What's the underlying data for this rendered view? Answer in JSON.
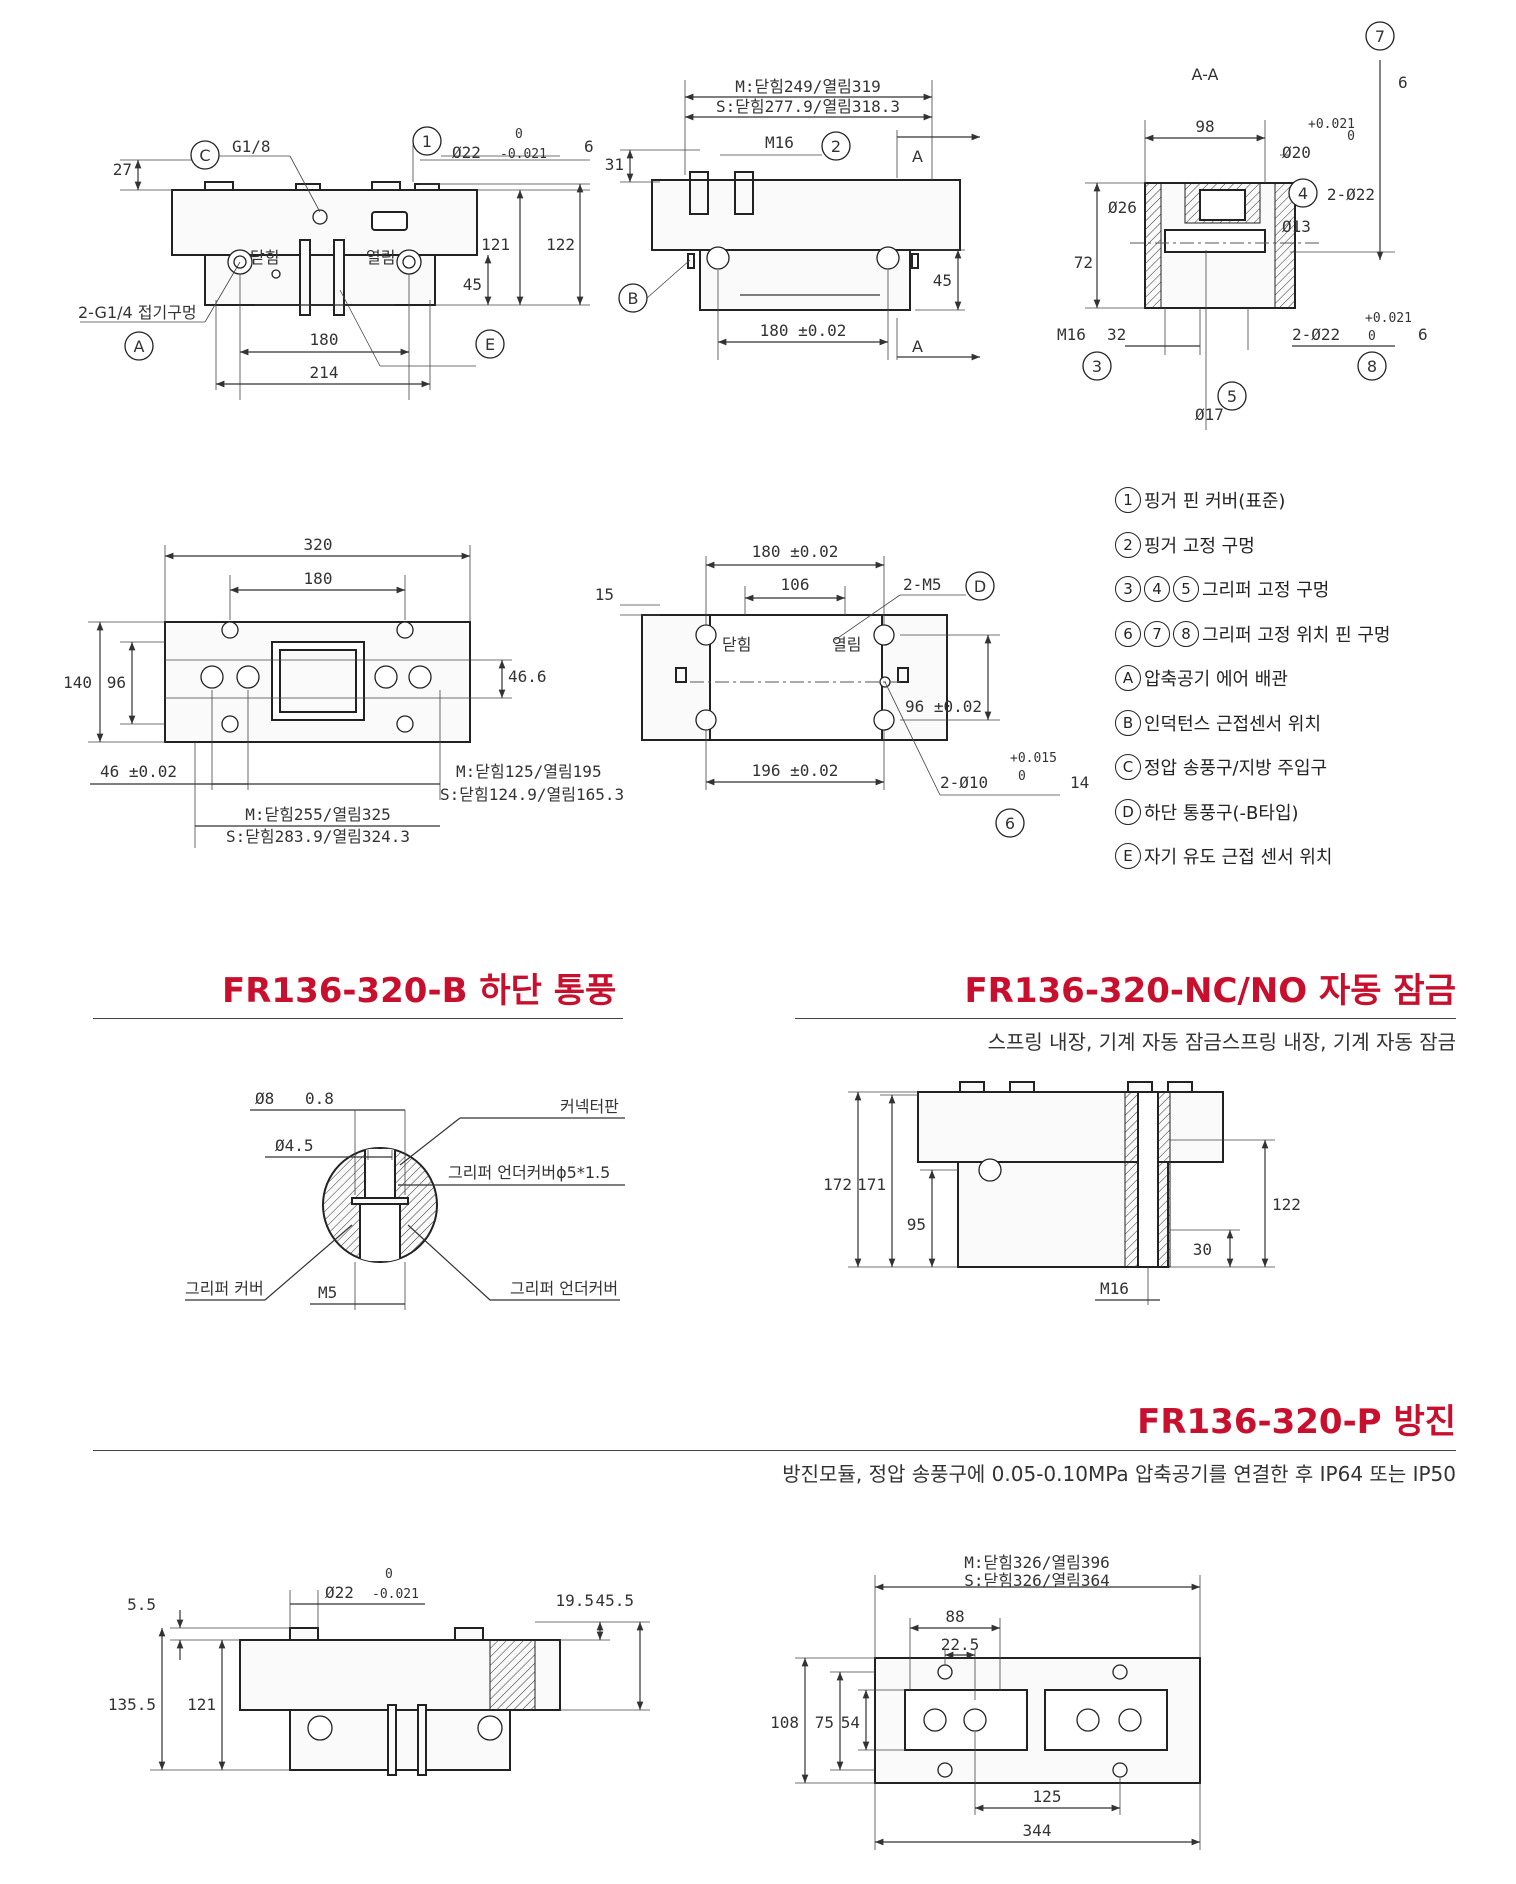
{
  "legend": [
    {
      "badges": [
        "1"
      ],
      "text": "핑거 핀 커버(표준)"
    },
    {
      "badges": [
        "2"
      ],
      "text": "핑거 고정 구멍"
    },
    {
      "badges": [
        "3",
        "4",
        "5"
      ],
      "text": "그리퍼 고정 구멍"
    },
    {
      "badges": [
        "6",
        "7",
        "8"
      ],
      "text": "그리퍼 고정 위치 핀 구멍"
    },
    {
      "badges": [
        "A"
      ],
      "text": "압축공기 에어 배관"
    },
    {
      "badges": [
        "B"
      ],
      "text": "인덕턴스 근접센서 위치"
    },
    {
      "badges": [
        "C"
      ],
      "text": "정압 송풍구/지방 주입구"
    },
    {
      "badges": [
        "D"
      ],
      "text": "하단 통풍구(-B타입)"
    },
    {
      "badges": [
        "E"
      ],
      "text": "자기 유도 근접 센서 위치"
    }
  ],
  "sections": {
    "b": {
      "title": "FR136-320-B 하단 통풍"
    },
    "nc": {
      "title": "FR136-320-NC/NO 자동 잠금",
      "subtitle": "스프링 내장, 기계 자동 잠금스프링 내장, 기계 자동 잠금"
    },
    "p": {
      "title": "FR136-320-P 방진",
      "subtitle": "방진모듈, 정압 송풍구에 0.05-0.10MPa 압축공기를 연결한 후 IP64 또는 IP50"
    }
  },
  "view1": {
    "c_label": "C",
    "g18": "G1/8",
    "one": "1",
    "d22": "Ø22",
    "tol_top": "0",
    "tol_bot": "-0.021",
    "d27": "27",
    "d6": "6",
    "d121": "121",
    "d122": "122",
    "d45": "45",
    "close": "닫힘",
    "open": "열림",
    "g14": "2-G1/4 접기구멍",
    "a": "A",
    "e": "E",
    "d180": "180",
    "d214": "214"
  },
  "view2": {
    "m": "M:닫힘249/열림319",
    "s": "S:닫힘277.9/열림318.3",
    "m16": "M16",
    "two": "2",
    "d31": "31",
    "d45": "45",
    "b": "B",
    "d180": "180 ±0.02",
    "a1": "A",
    "a2": "A"
  },
  "view3": {
    "aa": "A-A",
    "seven": "7",
    "d98": "98",
    "d20": "Ø20",
    "d26": "Ø26",
    "four": "4",
    "d13": "Ø13",
    "d72": "72",
    "m16": "M16",
    "d32": "32",
    "three": "3",
    "d22": "2-Ø22",
    "tolp": "+0.021",
    "tol0": "0",
    "d6": "6",
    "eight": "8",
    "d17": "Ø17",
    "five": "5",
    "v22": "2-Ø22",
    "vtol": "+0.021",
    "v0": "0",
    "v6": "6"
  },
  "view4": {
    "d320": "320",
    "d180": "180",
    "d140": "140",
    "d96": "96",
    "d466": "46.6",
    "d46": "46 ±0.02",
    "m": "M:닫힘125/열림195",
    "s": "S:닫힘124.9/열림165.3",
    "m2": "M:닫힘255/열림325",
    "s2": "S:닫힘283.9/열림324.3"
  },
  "view5": {
    "d180": "180 ±0.02",
    "d106": "106",
    "m5": "2-M5",
    "d": "D",
    "d15": "15",
    "close": "닫힘",
    "open": "열림",
    "d96": "96 ±0.02",
    "d196": "196 ±0.02",
    "d10": "2-Ø10",
    "tolp": "+0.015",
    "tol0": "0",
    "d14": "14",
    "six": "6"
  },
  "detail": {
    "d8": "Ø8",
    "d08": "0.8",
    "conn": "커넥터판",
    "d45": "Ø4.5",
    "under": "그리퍼 언더커버ϕ5*1.5",
    "cover": "그리퍼 커버",
    "m5": "M5",
    "under2": "그리퍼 언더커버"
  },
  "nc": {
    "d172": "172",
    "d171": "171",
    "d95": "95",
    "d122": "122",
    "d30": "30",
    "m16": "M16"
  },
  "p1": {
    "d55": "5.5",
    "d22": "Ø22",
    "t0": "0",
    "t1": "-0.021",
    "d195": "19.5",
    "d455": "45.5",
    "d1355": "135.5",
    "d121": "121"
  },
  "p2": {
    "m": "M:닫힘326/열림396",
    "s": "S:닫힘326/열림364",
    "d88": "88",
    "d225": "22.5",
    "d108": "108",
    "d75": "75",
    "d54": "54",
    "d125": "125",
    "d344": "344"
  }
}
